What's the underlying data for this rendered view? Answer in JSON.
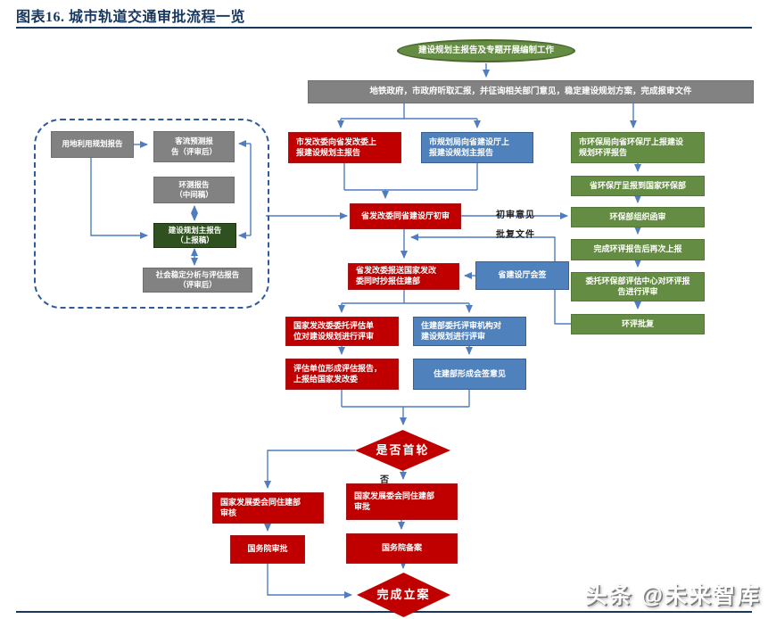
{
  "header": {
    "title": "图表16.  城市轨道交通审批流程一览"
  },
  "flow": {
    "start": "建设规划主报告及专题开展编制工作",
    "prep": "地铁政府，市政府听取汇报，并征询相关部门意见，稳定建设规划方案，完成报审文件",
    "dashed": {
      "land_use": "用地利用规划报告",
      "flow_forecast": "客流预测报\n告（评审后）",
      "env_mid": "环测报告\n（中间稿）",
      "main_draft": "建设规划主报告\n（上报稿）",
      "social": "社会稳定分析与评估报告\n（评审后）"
    },
    "ndrc": {
      "city_submit": "市发改委向省发改委上\n报建设规划主报告",
      "prov_initial": "省发改委同省建设厅初审",
      "prov_forward": "省发改委报送国家发改\n委同时抄报住建部",
      "entrust_eval": "国家发改委委托评估单\n位对建设规划进行评审",
      "eval_report": "评估单位形成评估报告，\n上报给国家发改委"
    },
    "mohurd": {
      "city_submit": "市规划局向省建设厅上\n报建设规划主报告",
      "countersign": "省建设厅会签",
      "entrust_review": "住建部委托评审机构对\n建设规划进行评审",
      "sign_opinion": "住建部形成会签意见"
    },
    "env": {
      "city_submit": "市环保局向省环保厅上报建设\n规划环评报告",
      "prov_submit": "省环保厅呈报到国家环保部",
      "mep_review": "环保部组织函审",
      "resubmit": "完成环评报告后再次上报",
      "entrust_center": "委托环保部评估中心对环评报\n告进行评审",
      "approval": "环评批复"
    },
    "labels": {
      "initial_opinion": "初审意见",
      "reply_doc": "批复文件",
      "no": "否"
    },
    "decision": "是否首轮",
    "final": {
      "review": "国家发展委会同住建部\n审核",
      "sc_approve": "国务院审批",
      "approve": "国家发展委会同住建部\n审批",
      "sc_record": "国务院备案",
      "done": "完成立案"
    }
  },
  "watermark": "头条 @未来智库",
  "colors": {
    "accent_red": "#C00000",
    "accent_blue": "#4F81BD",
    "accent_green": "#648C42",
    "accent_green_dark": "#2F511F",
    "gray": "#828282",
    "line_blue": "#4F7DC0",
    "navy": "#17375E",
    "dashed_blue": "#2F5B9D"
  }
}
